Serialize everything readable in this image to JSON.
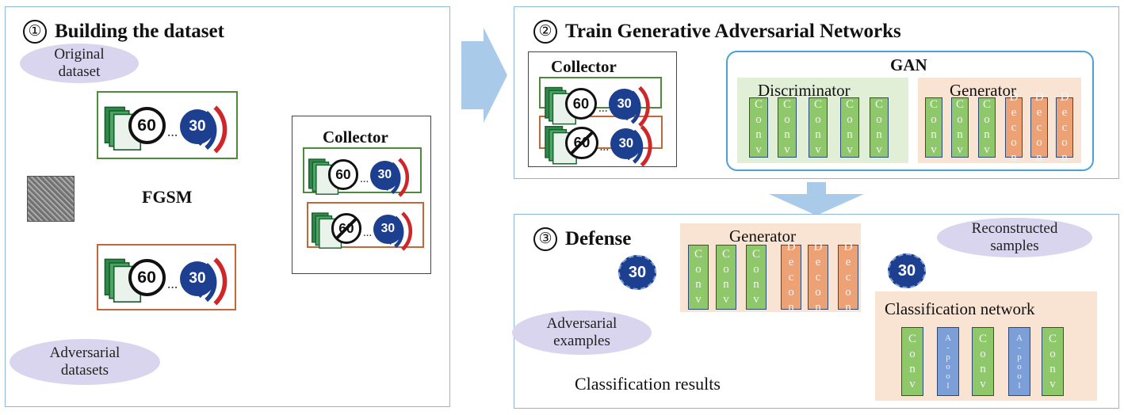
{
  "panel1": {
    "number": "①",
    "title": "Building the dataset",
    "original_label": "Original dataset",
    "adversarial_label": "Adversarial datasets",
    "fgsm_label": "FGSM",
    "collector_title": "Collector",
    "sign_60": "60",
    "sign_30": "30",
    "ellipsis": "..."
  },
  "panel2": {
    "number": "②",
    "title": "Train Generative Adversarial Networks",
    "collector_title": "Collector",
    "gan_title": "GAN",
    "discriminator_title": "Discriminator",
    "generator_title": "Generator"
  },
  "panel3": {
    "number": "③",
    "title": "Defense",
    "generator_title": "Generator",
    "reconstructed_label": "Reconstructed samples",
    "adversarial_label": "Adversarial examples",
    "classification_title": "Classification network",
    "results_label": "Classification results",
    "sign_30": "30"
  },
  "block_text": {
    "conv": "C o n v",
    "decon": "D e c o n",
    "apool": "A - p o o l"
  },
  "colors": {
    "panel_border": "#8db8de",
    "clean_border": "#4d8a3a",
    "adv_border": "#c0683a",
    "conv": "#8ec86b",
    "decon": "#eda276",
    "pool": "#7c9fd8",
    "dashed_arrow": "#d0262a",
    "big_arrow": "#a9cbe9",
    "ellipse": "#d9d5ee"
  }
}
